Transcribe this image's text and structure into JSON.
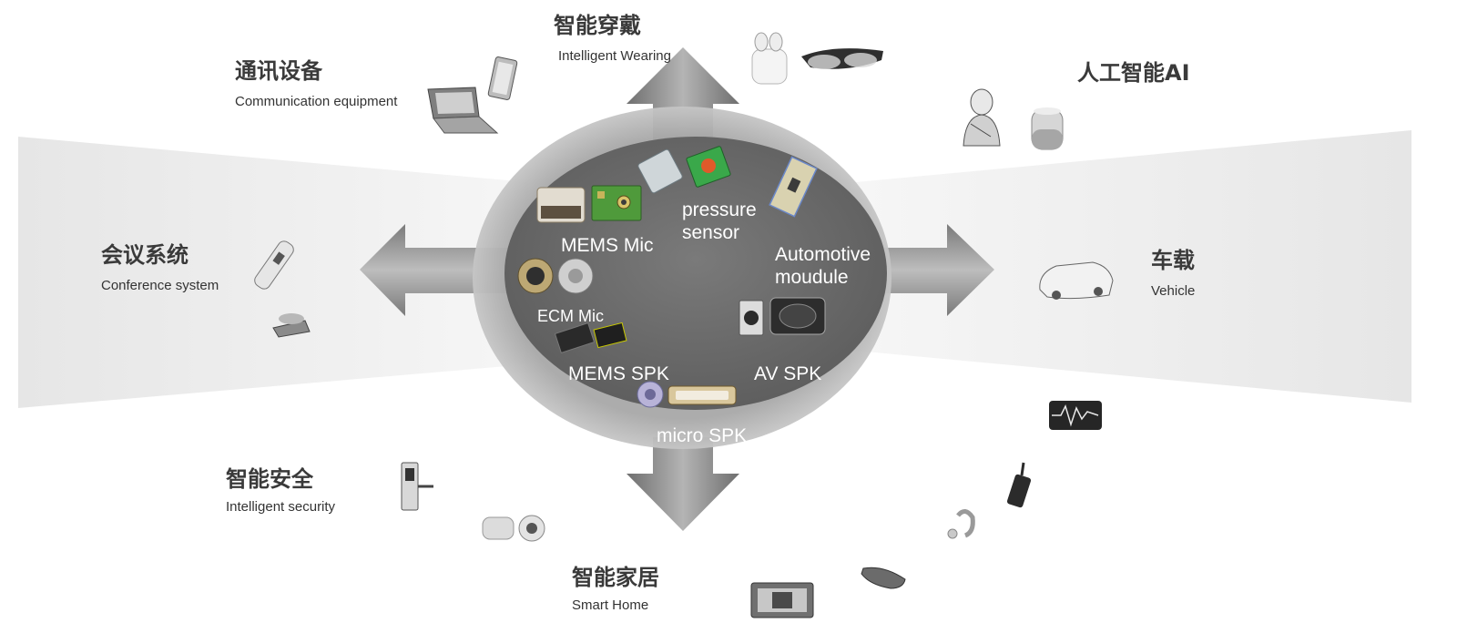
{
  "categories": {
    "wearing": {
      "zh": "智能穿戴",
      "en": "Intelligent Wearing"
    },
    "communication": {
      "zh": "通讯设备",
      "en": "Communication equipment"
    },
    "ai": {
      "zh": "人工智能AI",
      "en": ""
    },
    "conference": {
      "zh": "会议系统",
      "en": "Conference  system"
    },
    "vehicle": {
      "zh": "车载",
      "en": "Vehicle"
    },
    "security": {
      "zh": "智能安全",
      "en": "Intelligent  security"
    },
    "home": {
      "zh": "智能家居",
      "en": "Smart Home"
    }
  },
  "products": {
    "mems_mic": "MEMS Mic",
    "pressure_1": "pressure",
    "pressure_2": "sensor",
    "automotive_1": "Automotive",
    "automotive_2": "moudule",
    "ecm_mic": "ECM Mic",
    "mems_spk": "MEMS SPK",
    "av_spk": "AV SPK",
    "micro_spk": "micro SPK"
  },
  "colors": {
    "disc": "#6e6e6e",
    "ring": "#b9b9b9",
    "band": "#ececec",
    "arrow": "#8c8c8c",
    "heading": "#3a3a3a",
    "product_text": "#ffffff"
  },
  "icons": {
    "wearing": [
      "earbuds-icon",
      "smart-glasses-icon"
    ],
    "communication": [
      "laptop-icon",
      "smartphone-icon"
    ],
    "ai": [
      "robot-icon",
      "smart-speaker-icon"
    ],
    "conference": [
      "voice-recorder-icon",
      "conference-phone-icon"
    ],
    "vehicle": [
      "car-icon"
    ],
    "security": [
      "door-lock-icon",
      "baby-monitor-icon"
    ],
    "home": [
      "smart-panel-icon"
    ],
    "right_side": [
      "waveform-icon",
      "walkie-talkie-icon",
      "hearing-aid-icon",
      "mouse-icon"
    ]
  }
}
